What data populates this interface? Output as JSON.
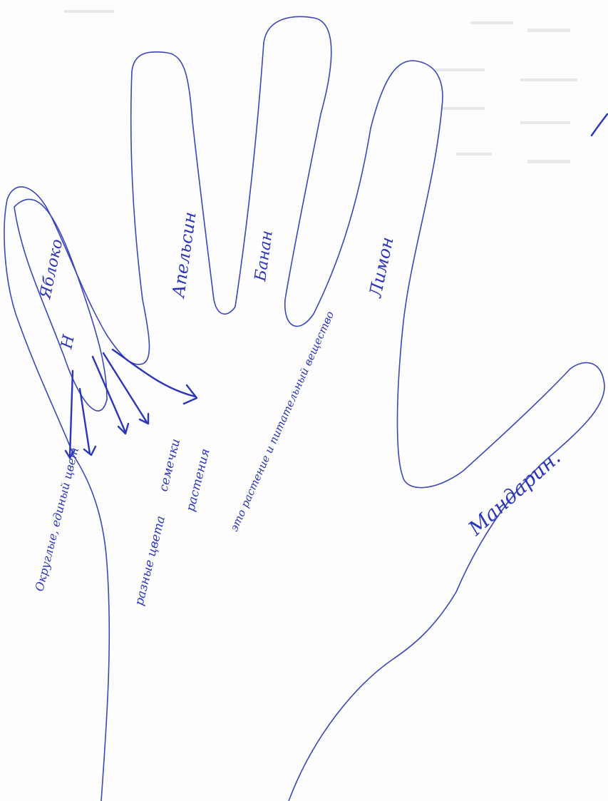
{
  "fingers": {
    "thumb": "Яблоко",
    "thumb_extra": "Н",
    "index": "Апельсин",
    "middle": "Банан",
    "ring": "Лимон",
    "pinky": "Мандарин."
  },
  "notes": [
    "Округлые, единый цвет",
    "разные цвета",
    "семечки",
    "растения",
    "это растение и питательный вещество"
  ],
  "ink_color": "#2b35b8",
  "outline_color": "#3b47b8",
  "paper_color": "#fdfdfd"
}
